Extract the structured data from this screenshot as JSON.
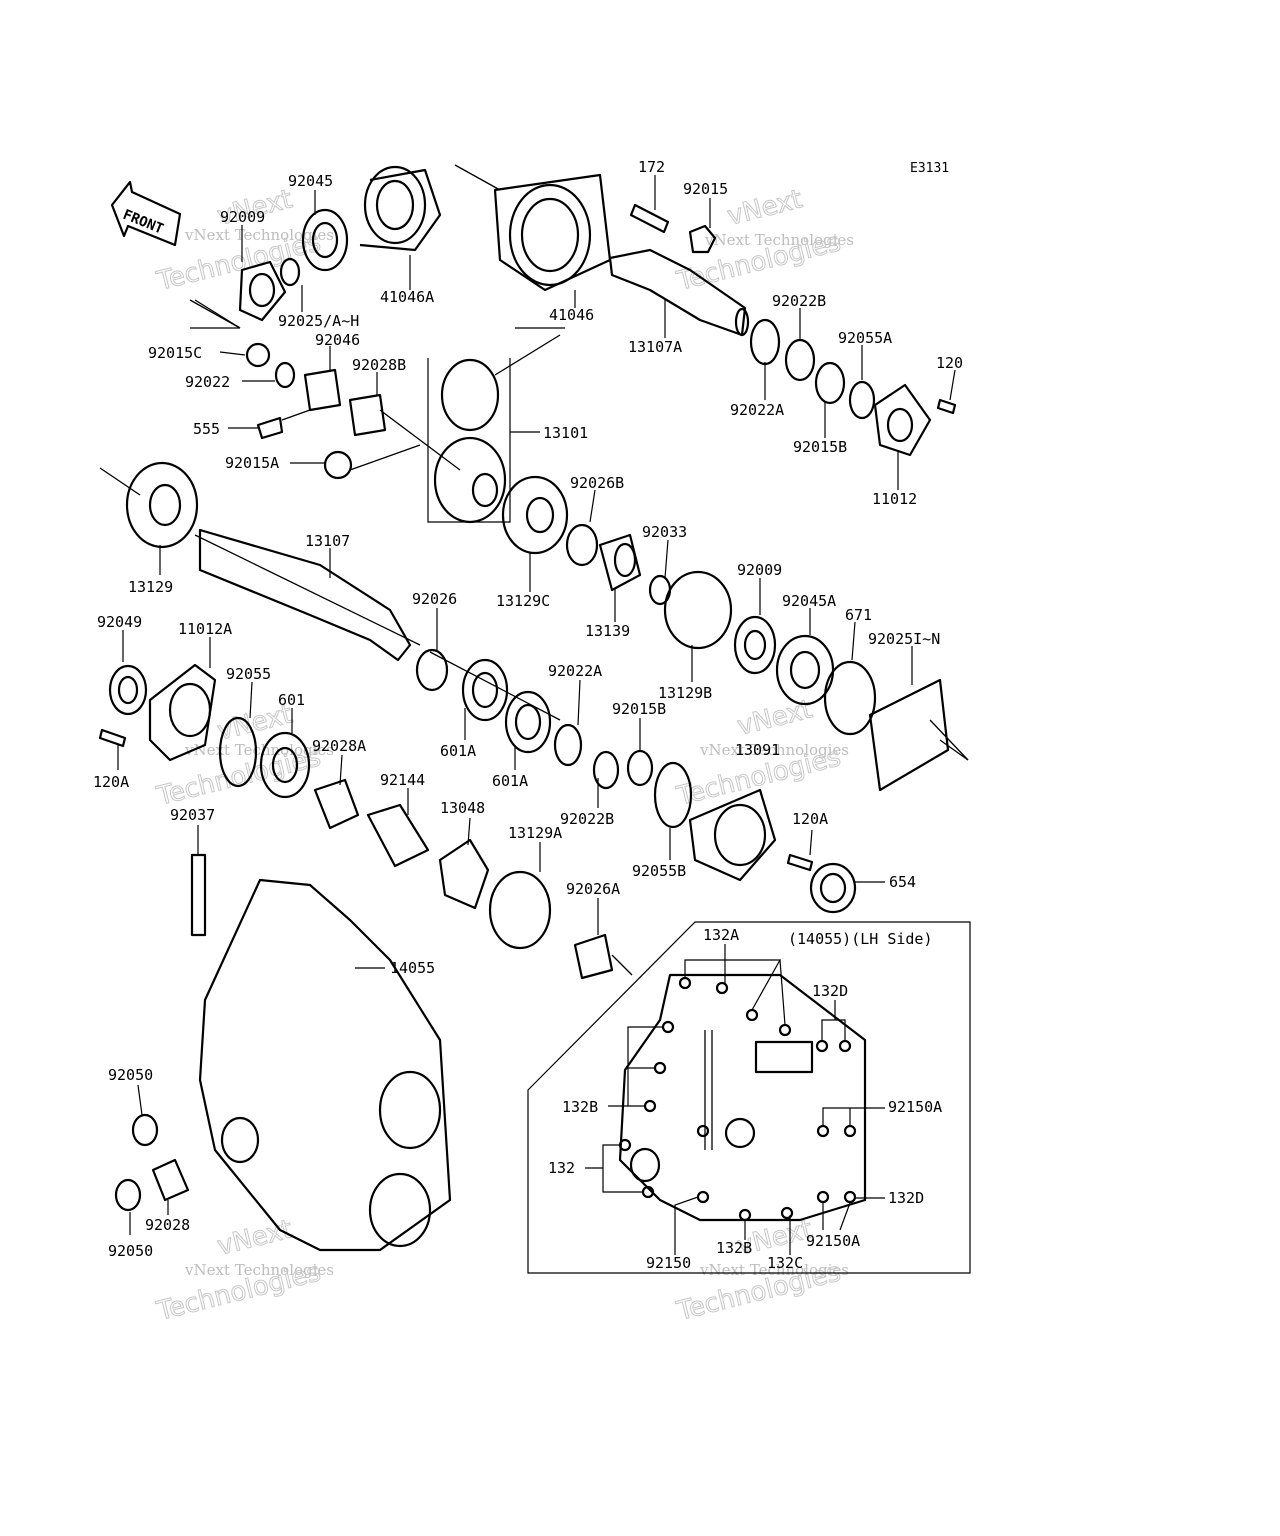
{
  "diagram_code": "E3131",
  "front_label": "FRONT",
  "inset_title": "(14055)(LH Side)",
  "watermark": {
    "brand": "vNext",
    "line": "vNext Technologies",
    "word": "Technologies"
  },
  "labels": {
    "p92045": "92045",
    "p92009t": "92009",
    "p41046A": "41046A",
    "p92025AH": "92025/A~H",
    "p92015C": "92015C",
    "p92046": "92046",
    "p92028B": "92028B",
    "p92022": "92022",
    "p555": "555",
    "p92015A": "92015A",
    "p13101": "13101",
    "p41046": "41046",
    "p172": "172",
    "p92015": "92015",
    "p13107A": "13107A",
    "p92022B": "92022B",
    "p92055A": "92055A",
    "p120": "120",
    "p92022A": "92022A",
    "p92015B": "92015B",
    "p11012": "11012",
    "p13129": "13129",
    "p13107": "13107",
    "p13129C": "13129C",
    "p92026B": "92026B",
    "p92033": "92033",
    "p13139": "13139",
    "p92009": "92009",
    "p92045A": "92045A",
    "p671": "671",
    "p92025IN": "92025I~N",
    "p13129B": "13129B",
    "p92026": "92026",
    "p92049": "92049",
    "p11012A": "11012A",
    "p92055": "92055",
    "p601": "601",
    "p601A1": "601A",
    "p601A2": "601A",
    "p92022A2": "92022A",
    "p92015B2": "92015B",
    "p13091": "13091",
    "p120A1": "120A",
    "p92028A": "92028A",
    "p92144": "92144",
    "p13048": "13048",
    "p13129A": "13129A",
    "p92022B2": "92022B",
    "p92055B": "92055B",
    "p120A2": "120A",
    "p654": "654",
    "p92037": "92037",
    "p92026A": "92026A",
    "p14055": "14055",
    "p92050a": "92050",
    "p92050b": "92050",
    "p92028": "92028",
    "i132A": "132A",
    "i132D1": "132D",
    "i132B1": "132B",
    "i92150A1": "92150A",
    "i132": "132",
    "i132D2": "132D",
    "i132B2": "132B",
    "i92150A2": "92150A",
    "i92150": "92150",
    "i132C": "132C"
  }
}
